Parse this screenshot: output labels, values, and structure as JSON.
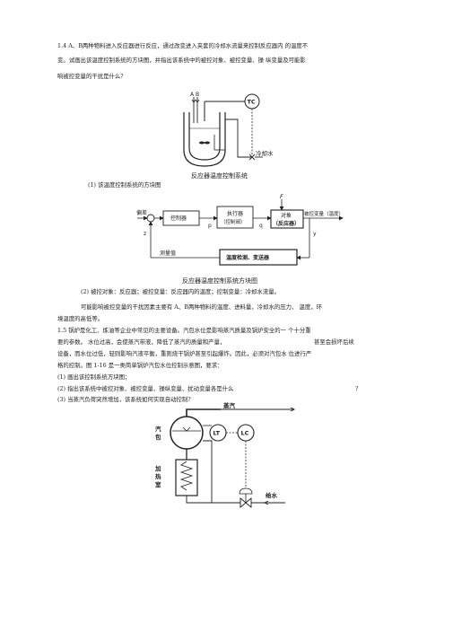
{
  "q14": {
    "line1": "1.4 A、B两种物料进入反应器进行反应，通过改变进入夹套的冷却水流量来控制反应器内 的温度不",
    "line2": "变。试画出该温度控制系统的方块图，并指出该系统中的被控对象、被控变量、操 纵变量及可能影",
    "line3": "响被控变量的干扰是什么？"
  },
  "reactor": {
    "inlet_label": "A B",
    "tc_label": "TC",
    "coolant_label": "冷却水",
    "caption": "反应器温度控制系统"
  },
  "part1": "(1)    该温度控制系统的方块图",
  "block": {
    "setpoint": "偏差",
    "controller": "控制器",
    "actuator_1": "执行器",
    "actuator_2": "（控制阀）",
    "object_1": "对象",
    "object_2": "（反应器）",
    "disturbance": "F",
    "output": "被控变量（温度）",
    "measured": "测量值",
    "sensor": "温度检测、变送器",
    "sig_z": "z",
    "sig_p": "p",
    "sig_q": "q",
    "sig_y": "y",
    "caption": "反应器温度控制系统方块图"
  },
  "part2": {
    "line1": "(2)  被控对象：反应器；被控变量：反应器内的温度；控制变量：冷却水流量。",
    "line2": "可能影响被控变量的干扰因素主要有 A、B两种物料的温度、进料量，冷却水的压力、 温度，环",
    "line3": "境温度的高低等。"
  },
  "q15": {
    "line1": "1.5 锅炉是化工、炼油等企业中常见的主要设备。汽包水位是影响蒸汽质量及锅炉安全的一 个十分重",
    "line2a": "要的参数。  水位过高，会使蒸汽带液，降低了蒸汽的质量和产量，",
    "line2b": "甚至会损坏后续",
    "line3": "设备，而水位过低，轻则影响汽液平衡，重则烧干锅炉甚至引起爆炸。因此，必须对汽包水 位进行严",
    "line4": "格的控制。图 1-16 是一类简单锅炉汽包水位控制示意图，要求：",
    "req1": "(1) 画出该控制系统方块图；",
    "req2": "(2) 指出该系统中被控对象、被控变量、操纵变量、扰动变量各是什么",
    "req2q": "?",
    "req3": "(3) 当蒸汽负荷突然增加，该系统如何实现自动控制?"
  },
  "boiler": {
    "steam": "蒸汽",
    "drum_1": "汽",
    "drum_2": "包",
    "heater_1": "加",
    "heater_2": "热",
    "heater_3": "室",
    "lt": "LT",
    "lc": "LC",
    "feedwater": "给水"
  }
}
